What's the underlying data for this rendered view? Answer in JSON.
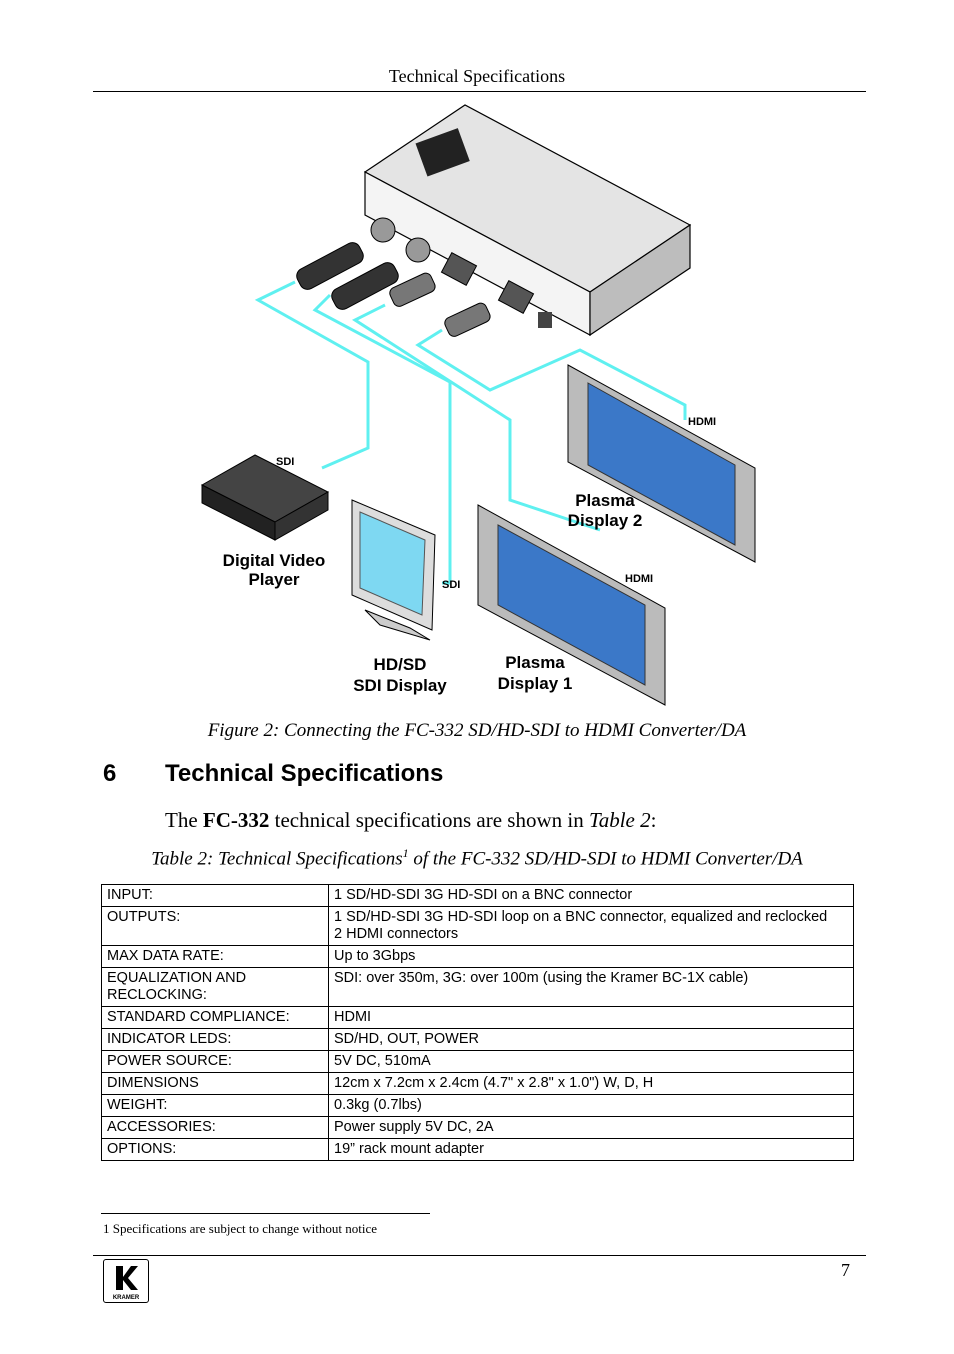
{
  "header": {
    "title": "Technical Specifications"
  },
  "figure": {
    "labels": {
      "sdi_top": "SDI",
      "sdi_mid": "SDI",
      "hdmi_1": "HDMI",
      "hdmi_2": "HDMI",
      "player_l1": "Digital Video",
      "player_l2": "Player",
      "sdi_display_l1": "HD/SD",
      "sdi_display_l2": "SDI Display",
      "plasma1_l1": "Plasma",
      "plasma1_l2": "Display 1",
      "plasma2_l1": "Plasma",
      "plasma2_l2": "Display 2"
    },
    "caption": "Figure 2: Connecting the FC-332 SD/HD-SDI to HDMI Converter/DA"
  },
  "section": {
    "number": "6",
    "title": "Technical Specifications"
  },
  "intro": {
    "pre": "The ",
    "model": "FC-332",
    "mid": " technical specifications are shown in ",
    "ref": "Table 2",
    "post": ":"
  },
  "table_caption": {
    "pre": "Table 2: Technical Specifications",
    "sup": "1",
    "post": " of the FC-332 SD/HD-SDI to HDMI Converter/DA"
  },
  "specs": [
    {
      "key": "INPUT:",
      "value": "1 SD/HD-SDI 3G HD-SDI on a BNC connector"
    },
    {
      "key": "OUTPUTS:",
      "value": "1 SD/HD-SDI 3G HD-SDI loop on a BNC connector, equalized and reclocked",
      "value2": "2 HDMI connectors"
    },
    {
      "key": "MAX DATA RATE:",
      "value": "Up to 3Gbps"
    },
    {
      "key": "EQUALIZATION AND",
      "key2": "RECLOCKING:",
      "value": "SDI: over 350m, 3G: over 100m (using the Kramer BC-1X cable)"
    },
    {
      "key": "STANDARD COMPLIANCE:",
      "value": "HDMI"
    },
    {
      "key": "INDICATOR LEDS:",
      "value": "SD/HD, OUT, POWER"
    },
    {
      "key": "POWER SOURCE:",
      "value": "5V DC, 510mA"
    },
    {
      "key": "DIMENSIONS",
      "value": "12cm x 7.2cm x 2.4cm (4.7\" x 2.8\" x 1.0\")  W, D, H"
    },
    {
      "key": "WEIGHT:",
      "value": "0.3kg (0.7lbs)"
    },
    {
      "key": "ACCESSORIES:",
      "value": "Power supply 5V DC, 2A"
    },
    {
      "key": "OPTIONS:",
      "value": "19” rack mount adapter"
    }
  ],
  "footnote": "1 Specifications are subject to change without notice",
  "footer": {
    "page": "7",
    "logo_text": "KRAMER"
  }
}
